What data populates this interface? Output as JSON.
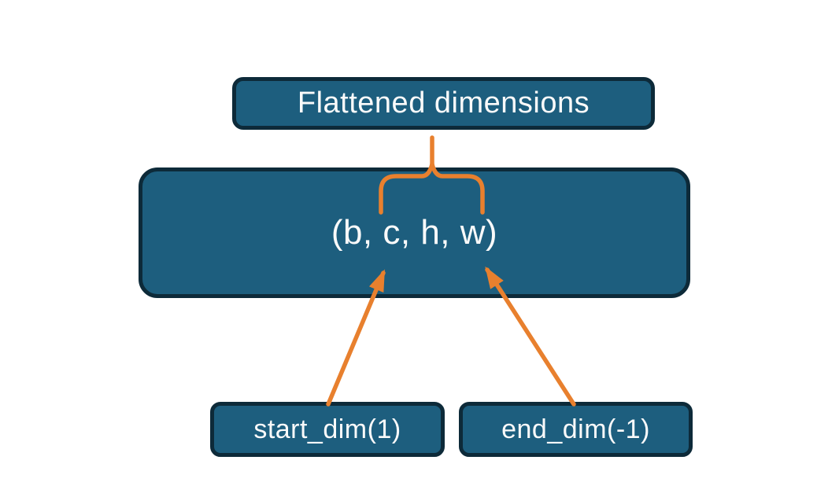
{
  "colors": {
    "background": "#ffffff",
    "box_fill": "#1d5e7e",
    "box_border": "#0d2a39",
    "accent_orange": "#e8802e",
    "text": "#fafafa"
  },
  "nodes": {
    "flattened": {
      "label": "Flattened dimensions"
    },
    "tensor": {
      "label": "(b, c, h, w)"
    },
    "start_dim": {
      "label": "start_dim(1)"
    },
    "end_dim": {
      "label": "end_dim(-1)"
    }
  },
  "icons": {
    "brace": "curly-brace-connector",
    "arrowhead": "orange-arrowhead"
  }
}
